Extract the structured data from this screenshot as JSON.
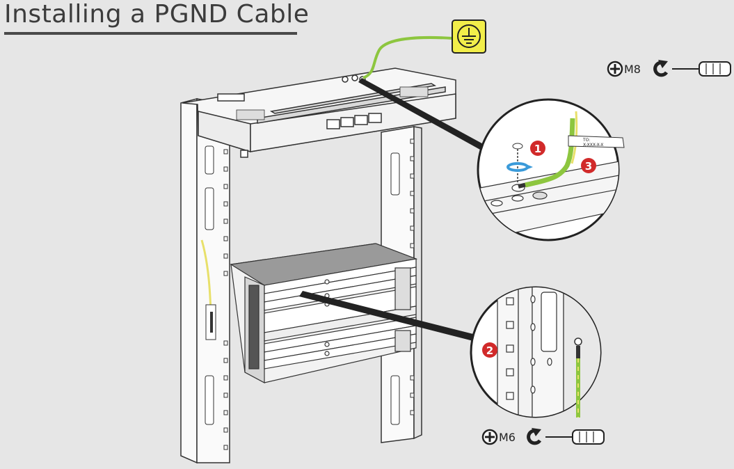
{
  "title": "Installing a PGND Cable",
  "top_tool": {
    "spec": "M8",
    "icons": [
      "phillips-icon",
      "clockwise-icon",
      "screwdriver-icon"
    ]
  },
  "bottom_tool": {
    "spec": "M6",
    "icons": [
      "phillips-icon",
      "clockwise-icon",
      "screwdriver-icon"
    ]
  },
  "steps": [
    "1",
    "2",
    "3"
  ],
  "cable_tag": {
    "line1": "TO:",
    "line2": "X-XXX-X-X"
  },
  "ground_symbol": "protective-earth-icon",
  "colors": {
    "background": "#e6e6e6",
    "callout_red": "#d12a2a",
    "cable_green": "#8dc63f",
    "cable_yellow": "#e8e06a",
    "ground_box": "#f2ee4a",
    "rotation_blue": "#3a9ad9"
  }
}
